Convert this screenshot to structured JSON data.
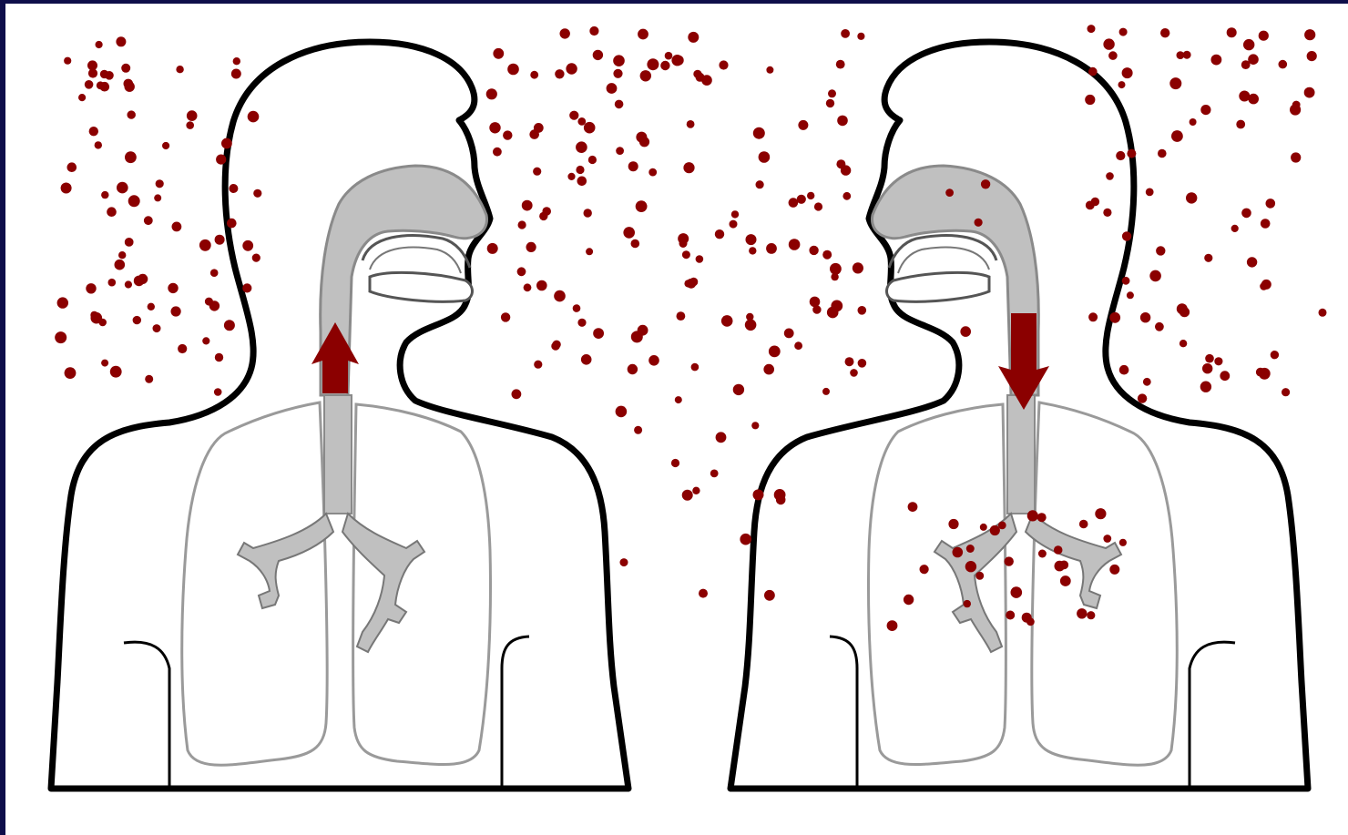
{
  "diagram": {
    "text_labels": [],
    "colors": {
      "frame": "#0e0e4a",
      "background": "#ffffff",
      "outline": "#000000",
      "airway_fill": "#c0c0c0",
      "airway_edge": "#8a8a8a",
      "lung_outline": "#9a9a9a",
      "particle": "#8b0000"
    },
    "figures": [
      {
        "name": "exhaling-person",
        "facing": "right",
        "airway_arrow": "up"
      },
      {
        "name": "inhaling-person",
        "facing": "left",
        "airway_arrow": "down"
      }
    ],
    "particle_count": 330,
    "particle_seed": 7
  }
}
